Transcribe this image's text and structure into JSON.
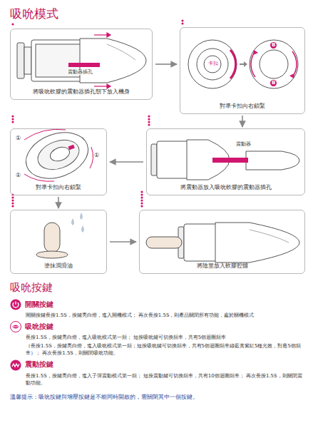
{
  "diagram": {
    "title": "吸吮模式",
    "nodes": [
      {
        "text": [
          "將吸吮軟膠的震動器插孔朝下放入機身"
        ]
      },
      {
        "text": [
          "對準卡扣向右鎖緊"
        ]
      },
      {
        "text": [
          "對準卡扣向右鎖緊"
        ]
      },
      {
        "text": [
          "將震動器放入吸吮軟膠的震動器插孔"
        ]
      },
      {
        "text": [
          "塗抹潤滑油"
        ]
      },
      {
        "text": [
          "將陰莖放入軟膠腔體"
        ]
      }
    ],
    "edges": [
      {
        "from": 0,
        "to": 1,
        "arrow": "to"
      },
      {
        "from": 1,
        "to": 3,
        "arrow": "to"
      },
      {
        "from": 3,
        "to": 2,
        "arrow": "to"
      },
      {
        "from": 2,
        "to": 4,
        "arrow": "to"
      },
      {
        "from": 4,
        "to": 5,
        "arrow": "to"
      }
    ],
    "labels": [
      "震動器插孔",
      "卡扣",
      "B",
      "B",
      "①",
      "①",
      "①",
      "震動器",
      "吸吮按鍵",
      "開關按鍵",
      "開關按鍵長按1.5S，按鍵亮白燈，進入開機模式； 再次長按1.5S，則產品關閉所有功能，處於關機模式",
      "吸吮按鍵",
      "長按1.5S，按鍵亮白燈，進入吸吮模式第一頻； 短按吸吮鍵可切換頻率，共有5個迴圈頻率",
      "（長按1.5S，按鍵亮白燈，進入吸吮模式第一頻；短按吸吮鍵可切換頻率，共有5個迴圈頻率綠藍黃紫紅5種光效，對應5個頻率）； 再次長按1.5S，則關閉吸吮功能。",
      "震動按鍵",
      "長按1.5S，按鍵亮白燈，進入子彈震動模式第一頻； 短按震動鍵可切換頻率，共有10個迴圈頻率； 再次長按1.5S，則關閉震動功能。",
      "溫馨提示：吸吮按鍵與增壓按鍵是不能同時開啟的，需關閉其中一個按鍵。"
    ]
  }
}
